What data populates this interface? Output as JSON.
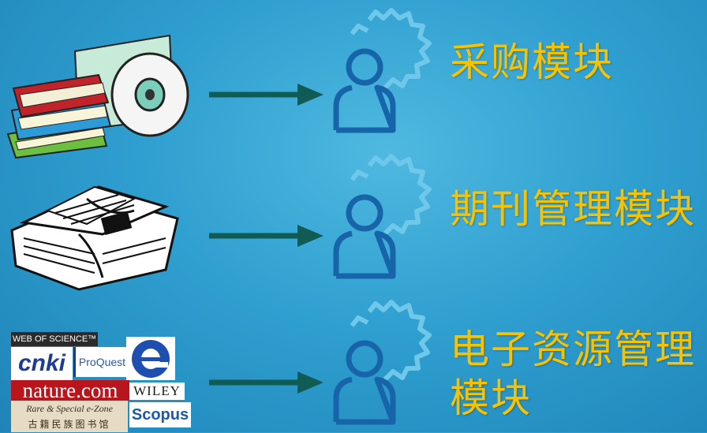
{
  "modules": [
    {
      "label": "采购模块"
    },
    {
      "label": "期刊管理模块"
    },
    {
      "label_line1": "电子资源管理",
      "label_line2": "模块"
    }
  ],
  "logos": {
    "web_of_science": "WEB OF SCIENCE™",
    "cnki": "cnki",
    "proquest": "ProQuest",
    "nature": "nature.com",
    "wiley": "WILEY",
    "rare": "Rare & Special e-Zone",
    "guji": "古籍民族图书馆",
    "scopus": "Scopus"
  },
  "colors": {
    "label": "#f7c200",
    "icon": "#1765a8",
    "gear": "#6fc7ea",
    "arrow": "#115b55"
  },
  "icons": [
    "books-and-cd-icon",
    "newspaper-bundle-icon",
    "arrow-right-icon",
    "gear-user-icon"
  ]
}
